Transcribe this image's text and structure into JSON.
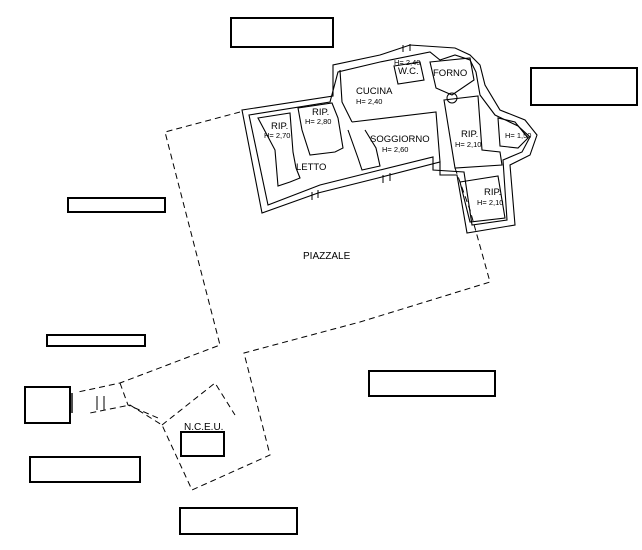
{
  "rooms": {
    "rip_left": {
      "label": "RIP.",
      "height": "H= 2,70"
    },
    "rip_mid": {
      "label": "RIP.",
      "height": "H= 2,80"
    },
    "cucina": {
      "label": "CUCINA",
      "height": "H= 2,40"
    },
    "wc": {
      "label": "W.C.",
      "height": "H= 2,40"
    },
    "forno": {
      "label": "FORNO"
    },
    "soggiorno": {
      "label": "SOGGIORNO",
      "height": "H= 2,60"
    },
    "letto": {
      "label": "LETTO"
    },
    "rip_right": {
      "label": "RIP.",
      "height": "H= 2,10"
    },
    "small_right": {
      "height": "H= 1,50"
    },
    "rip_lower": {
      "label": "RIP.",
      "height": "H= 2,10"
    }
  },
  "areas": {
    "piazzale": "PIAZZALE",
    "nceu": "N.C.E.U."
  }
}
